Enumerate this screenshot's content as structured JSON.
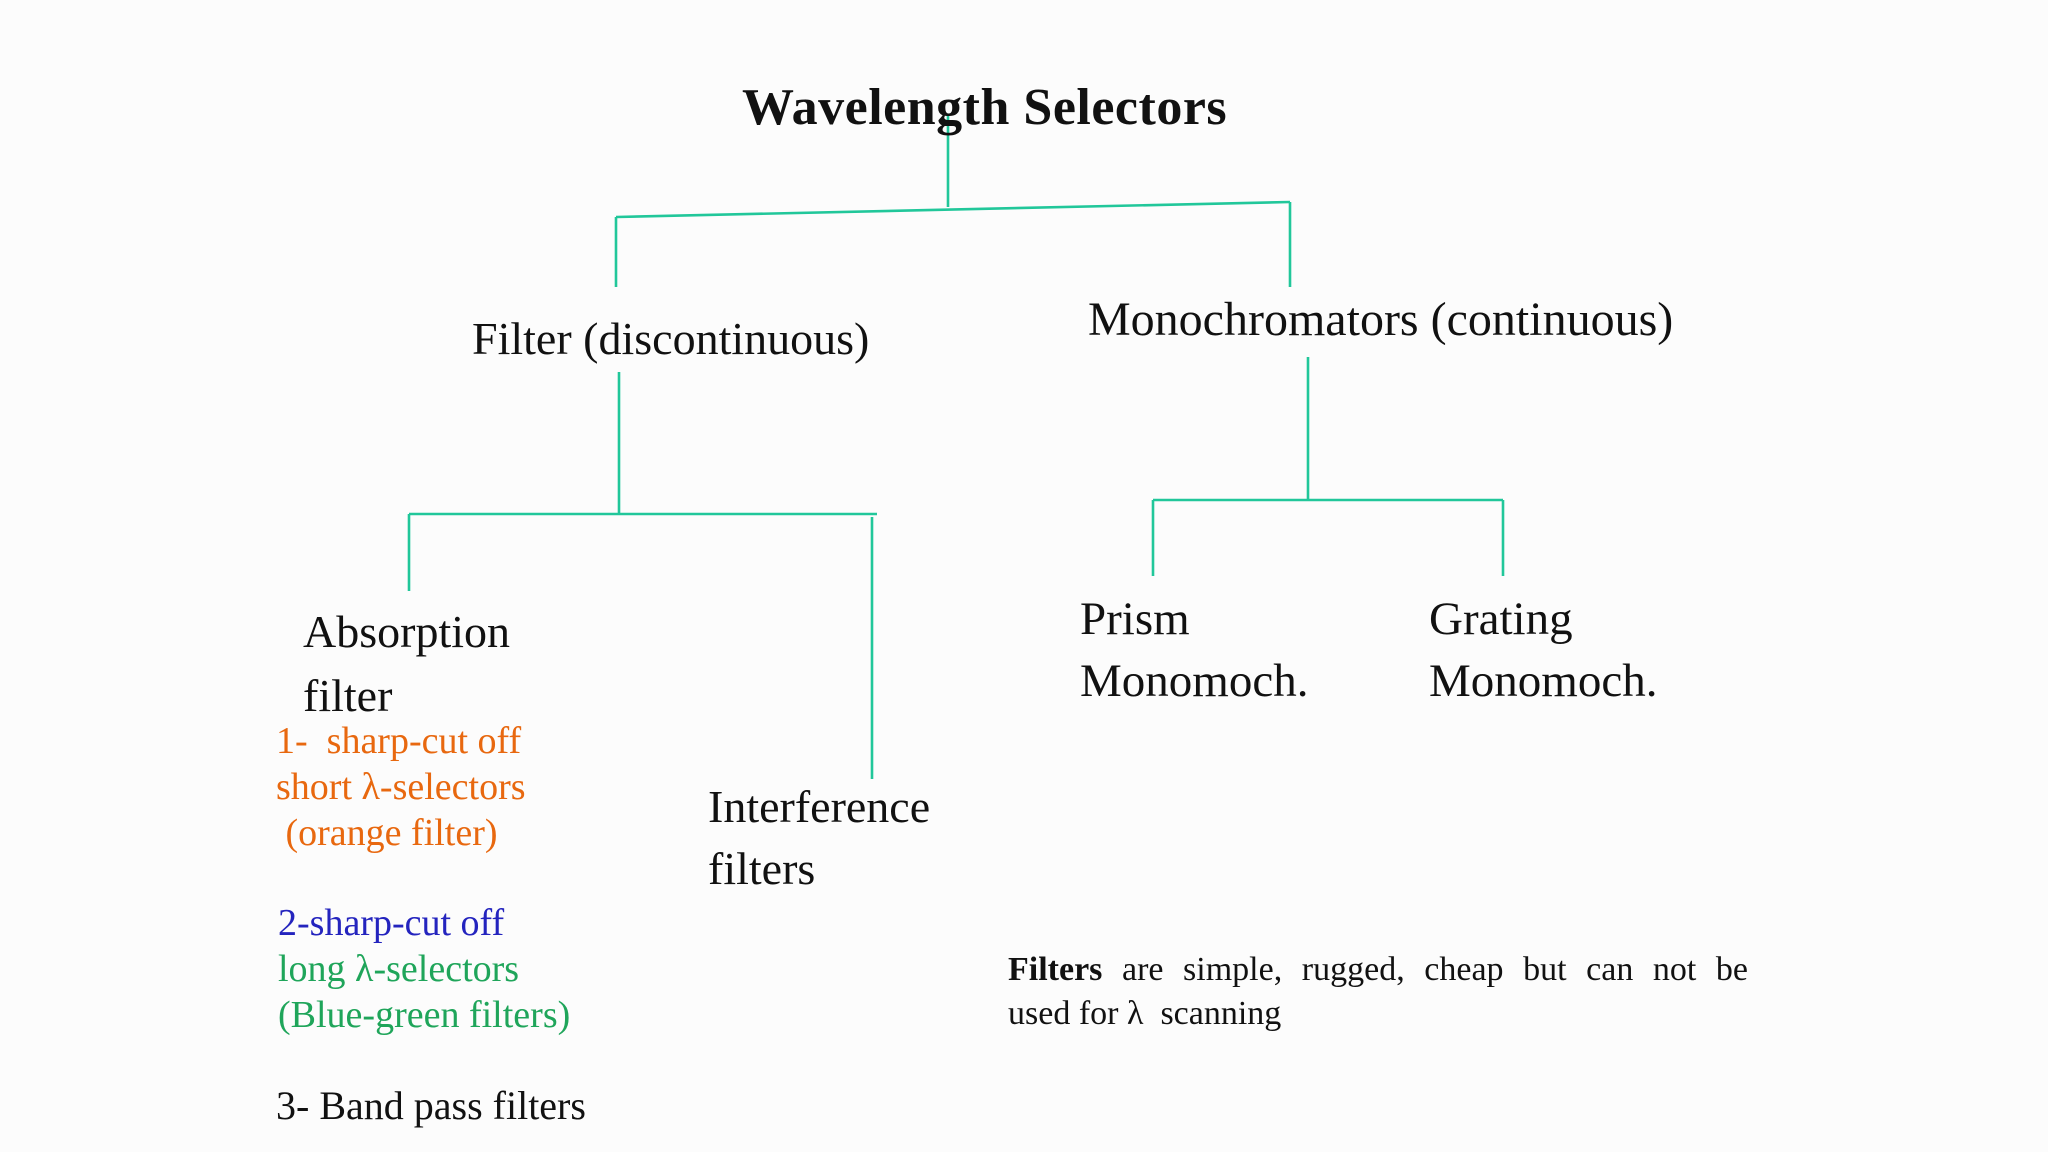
{
  "page": {
    "background": "#fcfcfc"
  },
  "diagram": {
    "title": "Wavelength Selectors",
    "connector_color": "#21C79A",
    "branch_left": {
      "label": "Filter (discontinuous)"
    },
    "branch_right": {
      "label": "Monochromators (continuous)"
    },
    "leaf_absorption": {
      "line1": "Absorption",
      "line2": "filter"
    },
    "leaf_interference": {
      "line1": "Interference",
      "line2": "filters"
    },
    "leaf_prism": {
      "line1": "Prism",
      "line2": "Monomoch."
    },
    "leaf_grating": {
      "line1": "Grating",
      "line2": "Monomoch."
    },
    "filter_types": {
      "type1": {
        "color": "#E8680F",
        "line1": "1-  sharp-cut off",
        "line2": "short λ-selectors",
        "line3": " (orange filter)"
      },
      "type2": {
        "color_line1": "#2424BE",
        "color_green": "#1FA55A",
        "line1": "2-sharp-cut off",
        "line2": "long λ-selectors",
        "line3": "(Blue-green filters)"
      },
      "type3": {
        "line1": "3- Band pass filters"
      }
    },
    "note": {
      "lead_bold": "Filters",
      "line1_rest": " are simple, rugged, cheap but can not be",
      "line2": "used for λ  scanning"
    }
  }
}
